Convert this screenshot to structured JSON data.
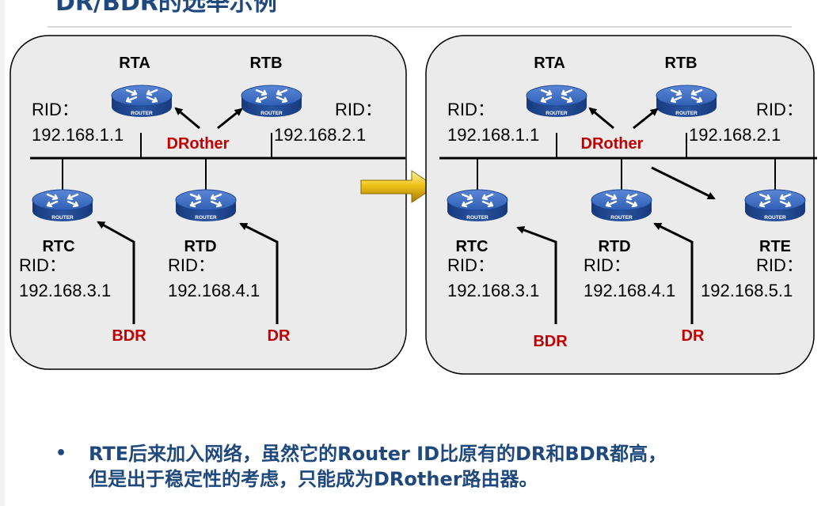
{
  "slide": {
    "title": "DR/BDR的选举示例",
    "note_line1": "RTE后来加入网络，虽然它的Router ID比原有的DR和BDR都高，",
    "note_line2": "但是出于稳定性的考虑，只能成为DRother路由器。",
    "bullet": "•"
  },
  "router_logo": "ROUTER",
  "before": {
    "rta": {
      "name": "RTA",
      "rid_label": "RID：",
      "rid": "192.168.1.1"
    },
    "rtb": {
      "name": "RTB",
      "rid_label": "RID：",
      "rid": "192.168.2.1"
    },
    "rtc": {
      "name": "RTC",
      "rid_label": "RID：",
      "rid": "192.168.3.1"
    },
    "rtd": {
      "name": "RTD",
      "rid_label": "RID：",
      "rid": "192.168.4.1"
    },
    "drother": "DRother",
    "bdr": "BDR",
    "dr": "DR"
  },
  "after": {
    "rta": {
      "name": "RTA",
      "rid_label": "RID：",
      "rid": "192.168.1.1"
    },
    "rtb": {
      "name": "RTB",
      "rid_label": "RID：",
      "rid": "192.168.2.1"
    },
    "rtc": {
      "name": "RTC",
      "rid_label": "RID：",
      "rid": "192.168.3.1"
    },
    "rtd": {
      "name": "RTD",
      "rid_label": "RID：",
      "rid": "192.168.4.1"
    },
    "rte": {
      "name": "RTE",
      "rid_label": "RID：",
      "rid": "192.168.5.1"
    },
    "drother": "DRother",
    "bdr": "BDR",
    "dr": "DR"
  },
  "colors": {
    "role": "#c00000",
    "router_blue": "#2e5aa8",
    "panel": "#ebebeb",
    "title": "#1f497d"
  }
}
